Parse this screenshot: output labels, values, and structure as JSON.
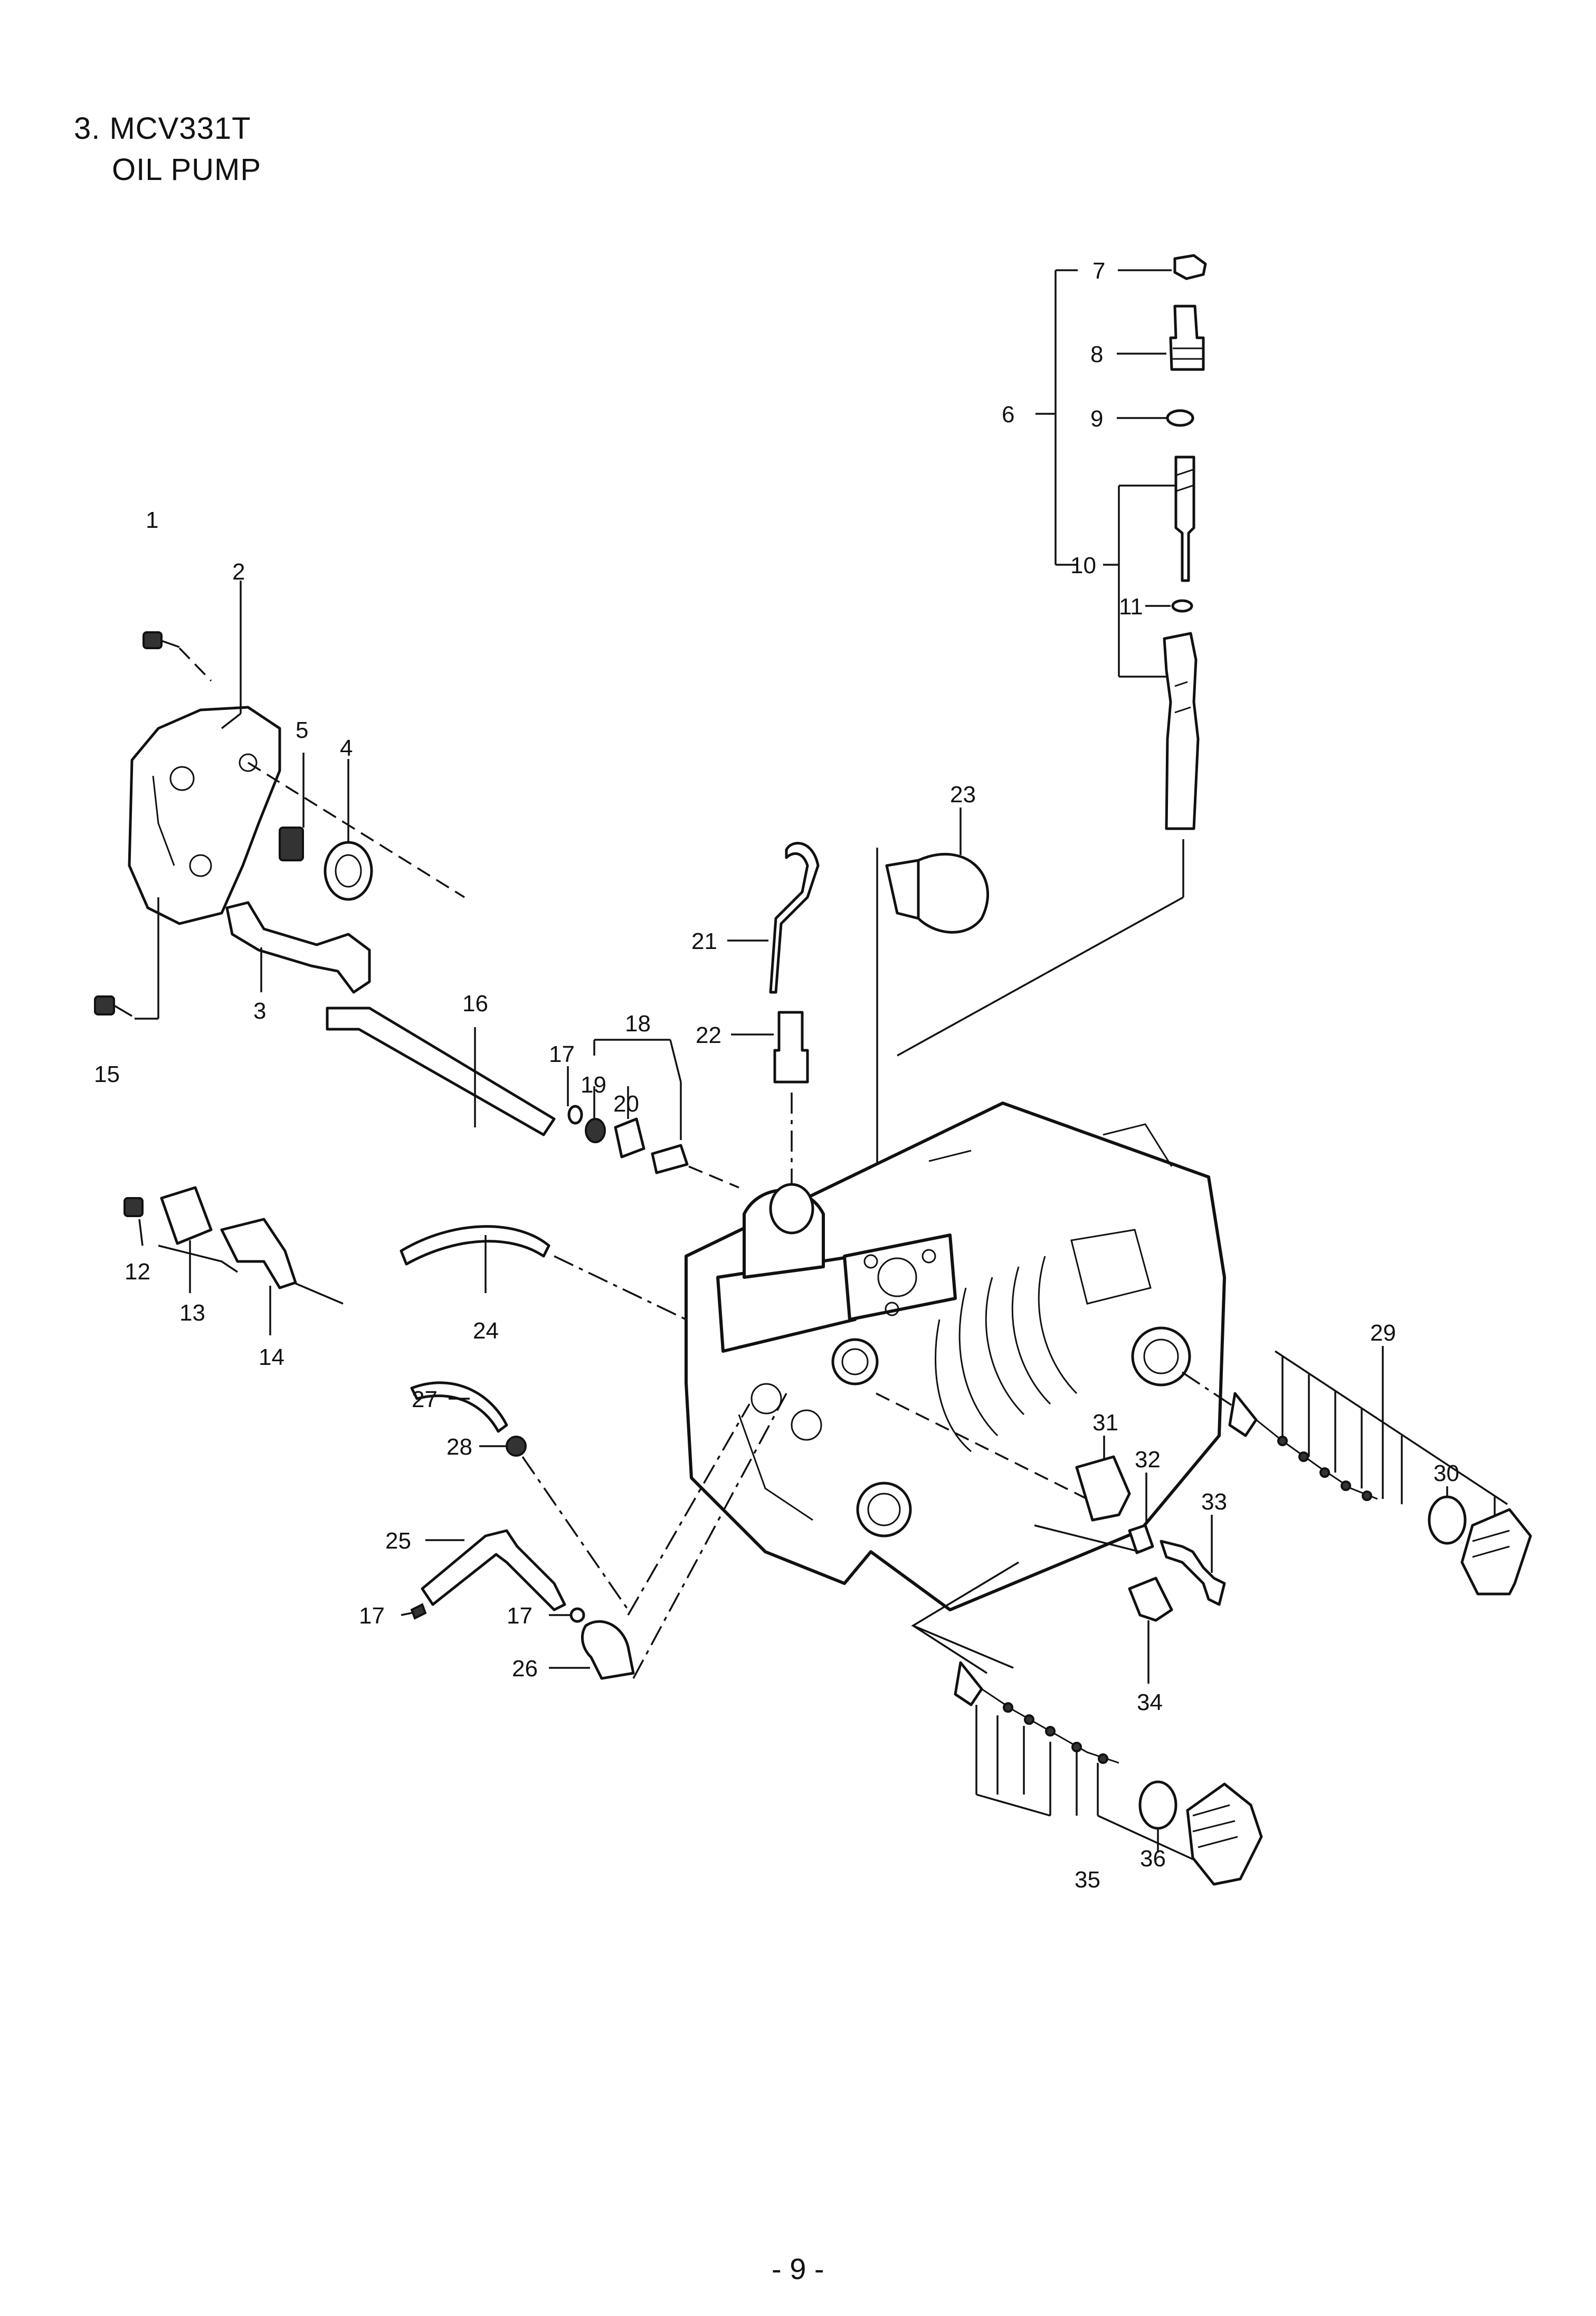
{
  "header": {
    "line1": "3. MCV331T",
    "line2": "OIL  PUMP"
  },
  "footer": {
    "page_number": "- 9 -"
  },
  "diagram": {
    "callouts": [
      "1",
      "2",
      "3",
      "4",
      "5",
      "6",
      "7",
      "8",
      "9",
      "10",
      "11",
      "12",
      "13",
      "14",
      "15",
      "16",
      "17",
      "17",
      "17",
      "18",
      "19",
      "20",
      "21",
      "22",
      "23",
      "24",
      "25",
      "26",
      "27",
      "28",
      "29",
      "30",
      "31",
      "32",
      "33",
      "34",
      "35",
      "36"
    ]
  }
}
